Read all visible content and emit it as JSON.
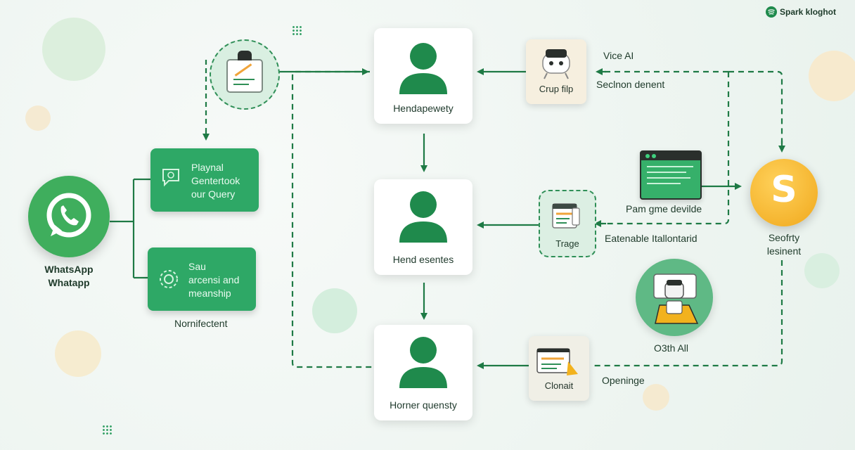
{
  "brand": {
    "name": "Spark kloghot"
  },
  "source": {
    "label_line1": "WhatsApp",
    "label_line2": "Whatapp"
  },
  "left_boxes": [
    {
      "lines": [
        "Playnal",
        "Gentertook",
        "our Query"
      ]
    },
    {
      "lines": [
        "Sau",
        "arcensi and",
        "meanship"
      ]
    }
  ],
  "left_caption": "Nornifectent",
  "center_cards": [
    {
      "label": "Hendapewety"
    },
    {
      "label": "Hend esentes"
    },
    {
      "label": "Horner quensty"
    }
  ],
  "tool_cards": [
    {
      "label": "Crup filp"
    },
    {
      "label": "Trage"
    },
    {
      "label": "Clonait"
    }
  ],
  "right_texts": {
    "t1": "Vice AI",
    "t2": "Seclnon denent",
    "t3": "Pam gme devilde",
    "t4": "Eatenable Itallontarid",
    "t5": "O3th All",
    "t6": "Openinge"
  },
  "hub": {
    "glyph": "S",
    "label_line1": "Seofrty",
    "label_line2": "lesinent"
  },
  "colors": {
    "primary": "#1f8a4c",
    "box": "#2ea866",
    "accent": "#f2b21e"
  }
}
